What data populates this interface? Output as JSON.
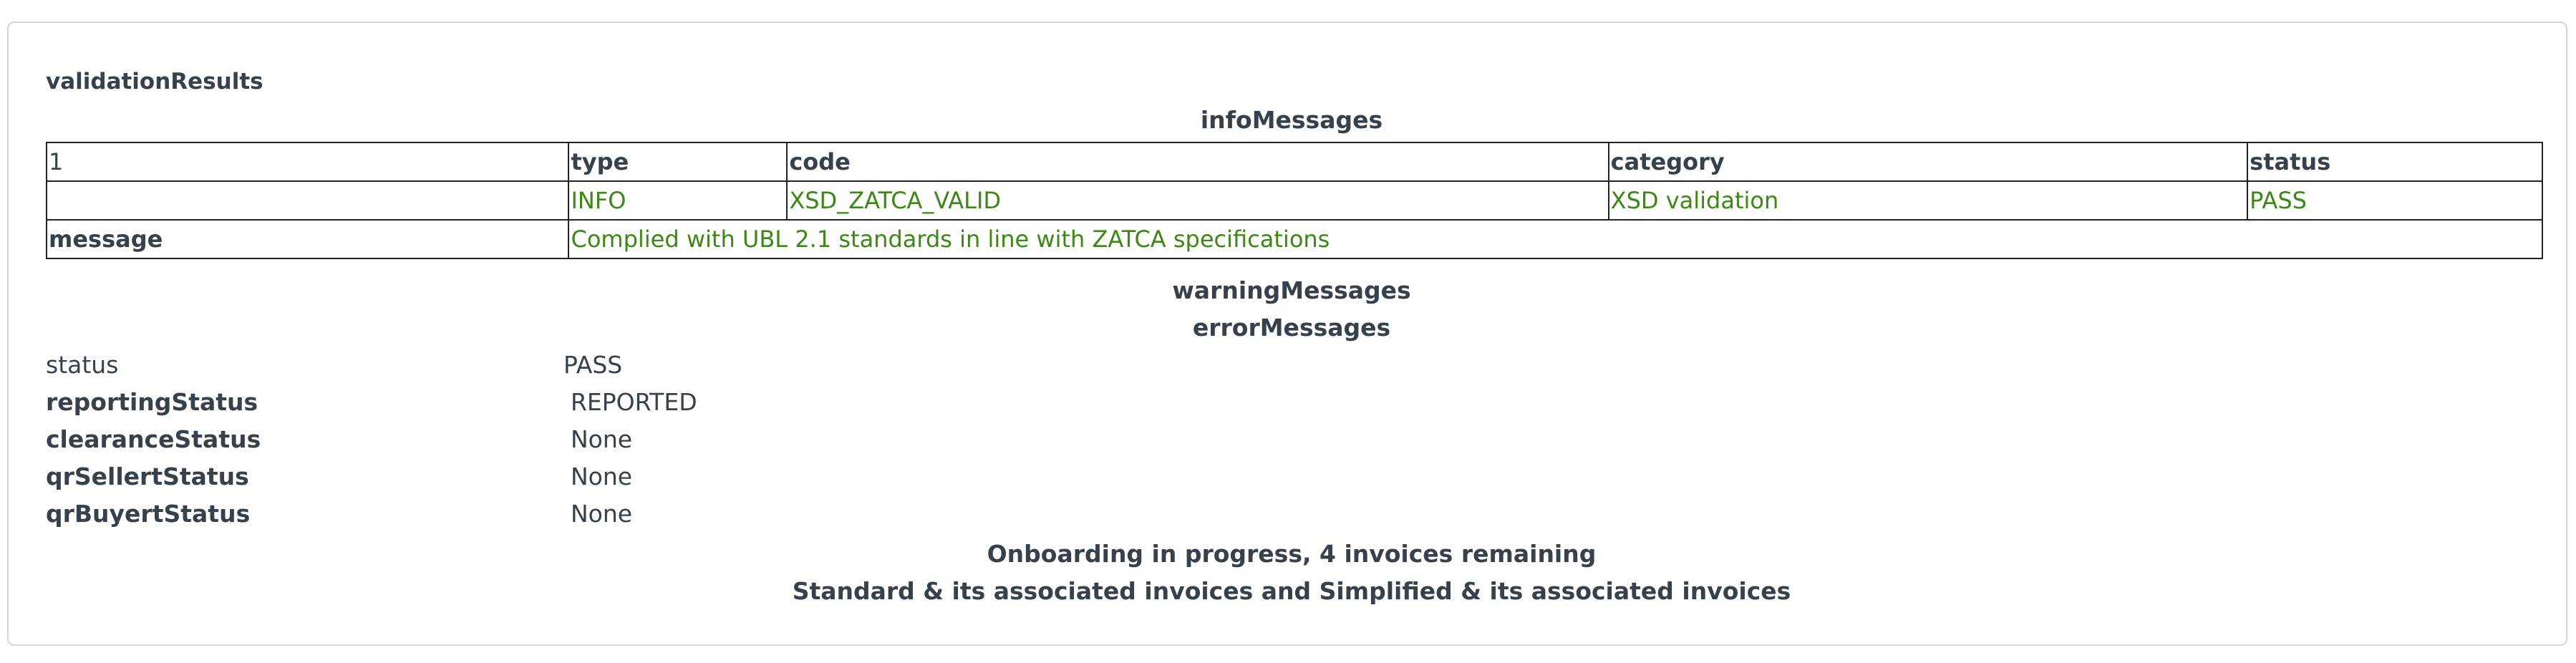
{
  "title": "validationResults",
  "info_messages": {
    "heading": "infoMessages",
    "header_row": [
      "1",
      "type",
      "code",
      "category",
      "status"
    ],
    "data_row": [
      "",
      "INFO",
      "XSD_ZATCA_VALID",
      "XSD validation",
      "PASS"
    ],
    "message_label": "message",
    "message_value": "Complied with UBL 2.1 standards in line with ZATCA specifications"
  },
  "warning_messages": {
    "heading": "warningMessages"
  },
  "error_messages": {
    "heading": "errorMessages"
  },
  "fields": [
    {
      "label": "status",
      "value": "PASS"
    },
    {
      "label": "reportingStatus",
      "value": "REPORTED"
    },
    {
      "label": "clearanceStatus",
      "value": "None"
    },
    {
      "label": "qrSellertStatus",
      "value": "None"
    },
    {
      "label": "qrBuyertStatus",
      "value": "None"
    }
  ],
  "onboarding": {
    "line1": "Onboarding in progress, 4 invoices remaining",
    "line2": "Standard & its associated invoices and Simplified & its associated invoices"
  },
  "colors": {
    "text": "#36414c",
    "pass_green": "#3a8a12",
    "border": "#222222",
    "card_border": "#d1d8dd"
  }
}
